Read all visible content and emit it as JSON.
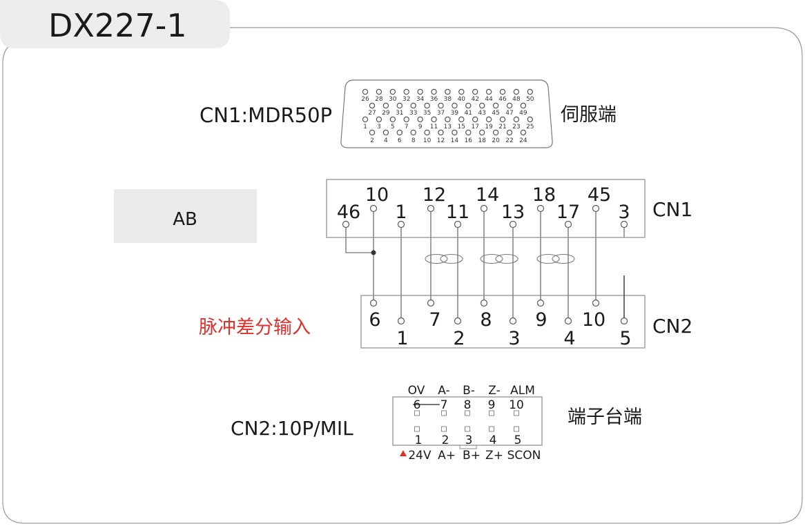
{
  "title": "DX227-1",
  "ab_label": "AB",
  "connector_top": {
    "label": "CN1:MDR50P",
    "side_label": "伺服端",
    "rows": [
      [
        "26",
        "28",
        "30",
        "32",
        "34",
        "36",
        "38",
        "40",
        "42",
        "44",
        "46",
        "48",
        "50"
      ],
      [
        "27",
        "29",
        "31",
        "33",
        "35",
        "37",
        "39",
        "41",
        "43",
        "45",
        "47",
        "49"
      ],
      [
        "1",
        "3",
        "5",
        "7",
        "9",
        "11",
        "13",
        "15",
        "17",
        "19",
        "21",
        "23",
        "25"
      ],
      [
        "2",
        "4",
        "6",
        "8",
        "10",
        "12",
        "14",
        "16",
        "18",
        "20",
        "22",
        "24"
      ]
    ]
  },
  "wiring": {
    "cn1_label": "CN1",
    "cn2_label": "CN2",
    "input_label": "脉冲差分输入",
    "input_color": "#e0302c",
    "cn1_upper": [
      "10",
      "12",
      "14",
      "18",
      "45"
    ],
    "cn1_lower": [
      "46",
      "1",
      "11",
      "13",
      "17",
      "3"
    ],
    "cn2_upper": [
      "6",
      "7",
      "8",
      "9",
      "10"
    ],
    "cn2_lower": [
      "1",
      "2",
      "3",
      "4",
      "5"
    ]
  },
  "terminal": {
    "label": "CN2:10P/MIL",
    "side_label": "端子台端",
    "top_signals": [
      "OV",
      "A-",
      "B-",
      "Z-",
      "ALM"
    ],
    "top_pins": [
      "6",
      "7",
      "8",
      "9",
      "10"
    ],
    "bottom_pins": [
      "1",
      "2",
      "3",
      "4",
      "5"
    ],
    "bottom_signals": [
      "24V",
      "A+",
      "B+",
      "Z+",
      "SCON"
    ]
  }
}
